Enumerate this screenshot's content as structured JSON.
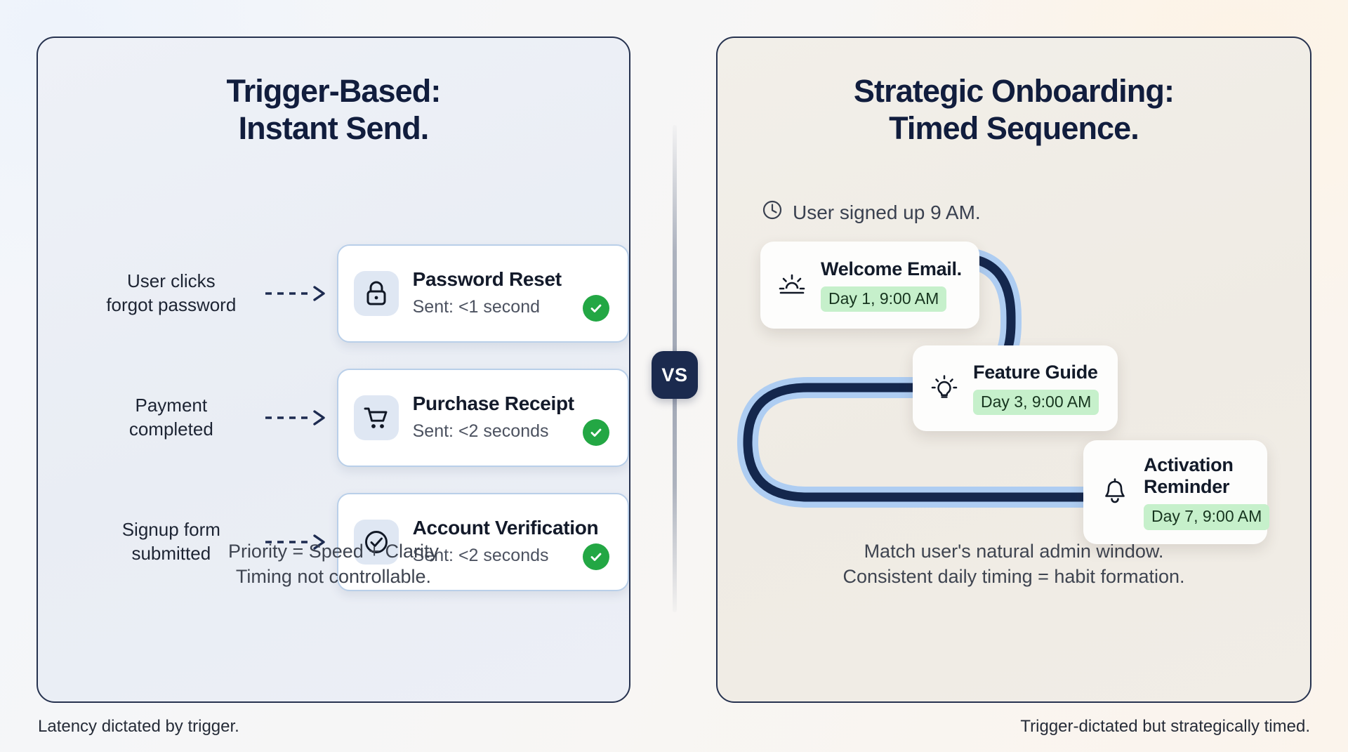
{
  "left_panel": {
    "title_line1": "Trigger-Based:",
    "title_line2": "Instant Send.",
    "rows": [
      {
        "label_line1": "User clicks",
        "label_line2": "forgot password",
        "icon": "lock-icon",
        "title": "Password Reset",
        "subtitle": "Sent: <1 second",
        "status": "sent-check"
      },
      {
        "label_line1": "Payment",
        "label_line2": "completed",
        "icon": "shopping-cart-icon",
        "title": "Purchase Receipt",
        "subtitle": "Sent: <2 seconds",
        "status": "sent-check"
      },
      {
        "label_line1": "Signup form",
        "label_line2": "submitted",
        "icon": "check-circle-icon",
        "title": "Account Verification",
        "subtitle": "Sent: <2 seconds",
        "status": "sent-check"
      }
    ],
    "note_line1": "Priority = Speed + Clarity",
    "note_line2": "Timing not controllable."
  },
  "right_panel": {
    "title_line1": "Strategic Onboarding:",
    "title_line2": "Timed Sequence.",
    "signup_note": "User signed up 9 AM.",
    "signup_icon": "clock-icon",
    "sequence": [
      {
        "icon": "sunrise-icon",
        "title": "Welcome Email.",
        "chip": "Day 1, 9:00 AM"
      },
      {
        "icon": "lightbulb-icon",
        "title": "Feature Guide",
        "chip": "Day 3, 9:00 AM"
      },
      {
        "icon": "bell-icon",
        "title": "Activation\nReminder",
        "chip": "Day 7, 9:00 AM"
      }
    ],
    "note_line1": "Match user's natural admin window.",
    "note_line2": "Consistent daily timing = habit formation."
  },
  "divider": {
    "badge_label": "VS"
  },
  "captions": {
    "left": "Latency dictated by trigger.",
    "right": "Trigger-dictated but strategically timed."
  },
  "colors": {
    "navy": "#111d3d",
    "card_border_blue": "#b9cfe9",
    "icon_tile_blue": "#dfe7f3",
    "check_green": "#23a744",
    "chip_green": "#c6f0cb",
    "path_dark": "#14274d",
    "path_light": "#aecdf2",
    "badge_navy": "#1b2a4e",
    "left_panel_bg": "#eef1f7",
    "right_panel_bg": "#f2efe9"
  }
}
